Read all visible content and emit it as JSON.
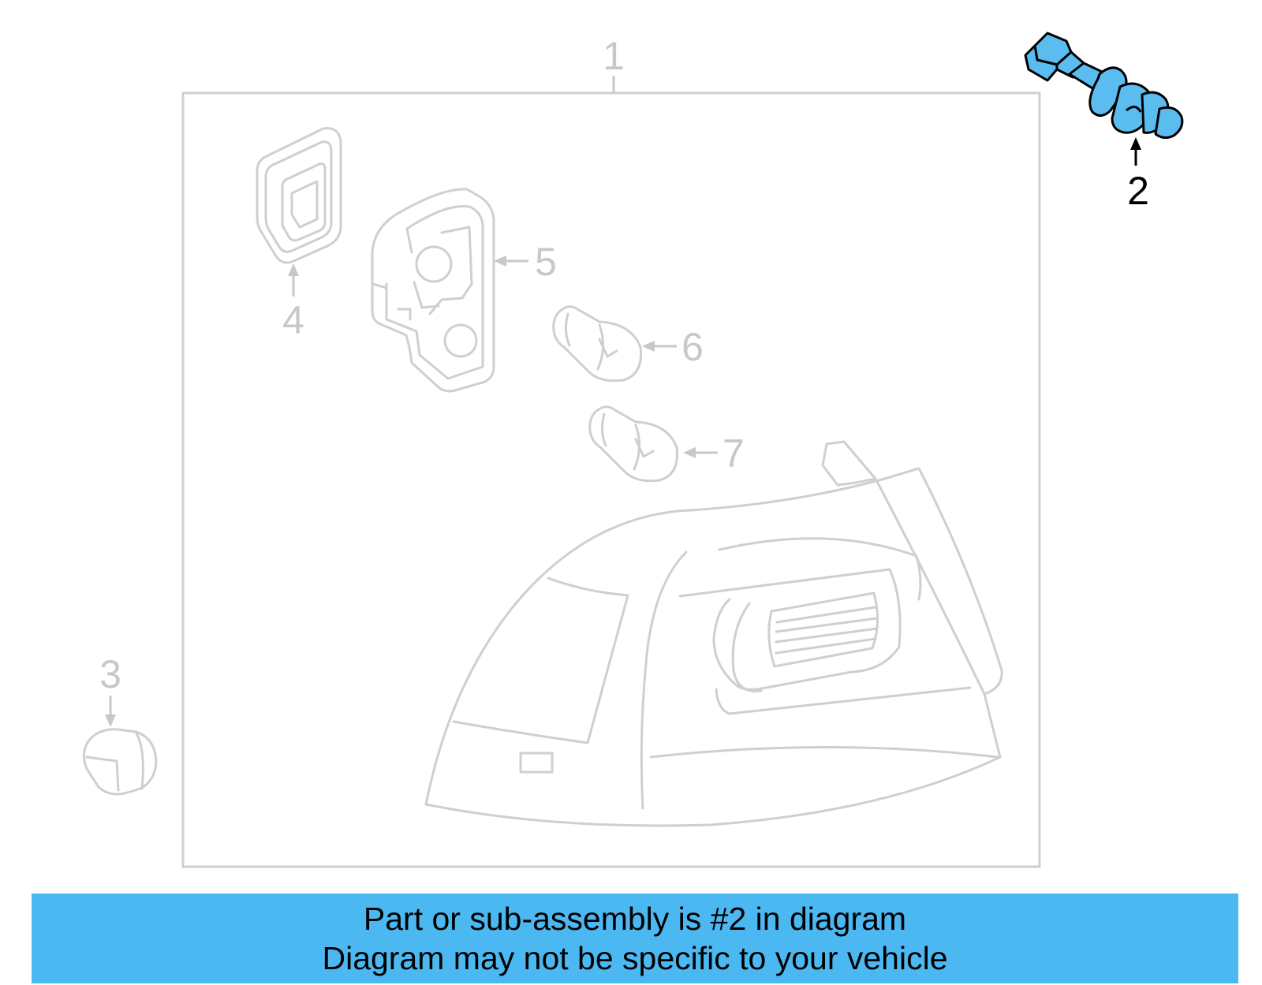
{
  "callouts": {
    "c1": "1",
    "c2": "2",
    "c3": "3",
    "c4": "4",
    "c5": "5",
    "c6": "6",
    "c7": "7"
  },
  "highlighted_part": "2",
  "colors": {
    "highlight": "#5bbcf0",
    "banner": "#4cb8f2",
    "muted_line": "#cfcfcf"
  },
  "banner": {
    "line1": "Part or sub-assembly is #2 in diagram",
    "line2": "Diagram may not be specific to your vehicle"
  }
}
